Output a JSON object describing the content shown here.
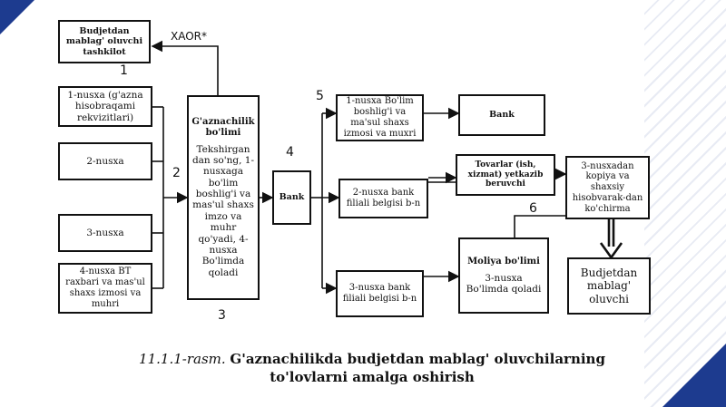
{
  "boxes": {
    "recipient_top": "Budjetdan mablag' oluvchi tashkilot",
    "copy1": "1-nusxa (g'azna hisobraqami rekvizitlari)",
    "copy2": "2-nusxa",
    "copy3": "3-nusxa",
    "copy4": "4-nusxa BT raxbari va mas'ul shaxs izmosi va muhri",
    "treasury_title": "G'aznachilik bo'limi",
    "treasury_body": "Tekshirgan dan so'ng, 1-nusxaga bo'lim boshlig'i va mas'ul shaxs imzo va muhr qo'yadi, 4-nusxa Bo'limda qoladi",
    "bank_mid": "Bank",
    "r1": "1-nusxa Bo'lim boshlig'i va ma'sul shaxs izmosi va muxri",
    "r2": "2-nusxa bank filiali belgisi b-n",
    "r3": "3-nusxa bank filiali belgisi b-n",
    "bank_right": "Bank",
    "supplier": "Tovarlar (ish, xizmat) yetkazib beruvchi",
    "finance_title": "Moliya bo'limi",
    "finance_body": "3-nusxa Bo'limda qoladi",
    "copy_note": "3-nusxadan kopiya va shaxsiy hisobvarak-dan ko'chirma",
    "recipient_bottom": "Budjetdan mablag' oluvchi"
  },
  "labels": {
    "xaor": "XAOR*",
    "n1": "1",
    "n2": "2",
    "n3": "3",
    "n4": "4",
    "n5": "5",
    "n6": "6"
  },
  "caption": {
    "number": "11.1.1-rasm.",
    "line1": "G'aznachilikda budjetdan mablag' oluvchilarning",
    "line2": "to'lovlarni amalga oshirish"
  },
  "colors": {
    "line": "#111111",
    "accent": "#1d3b8f"
  }
}
